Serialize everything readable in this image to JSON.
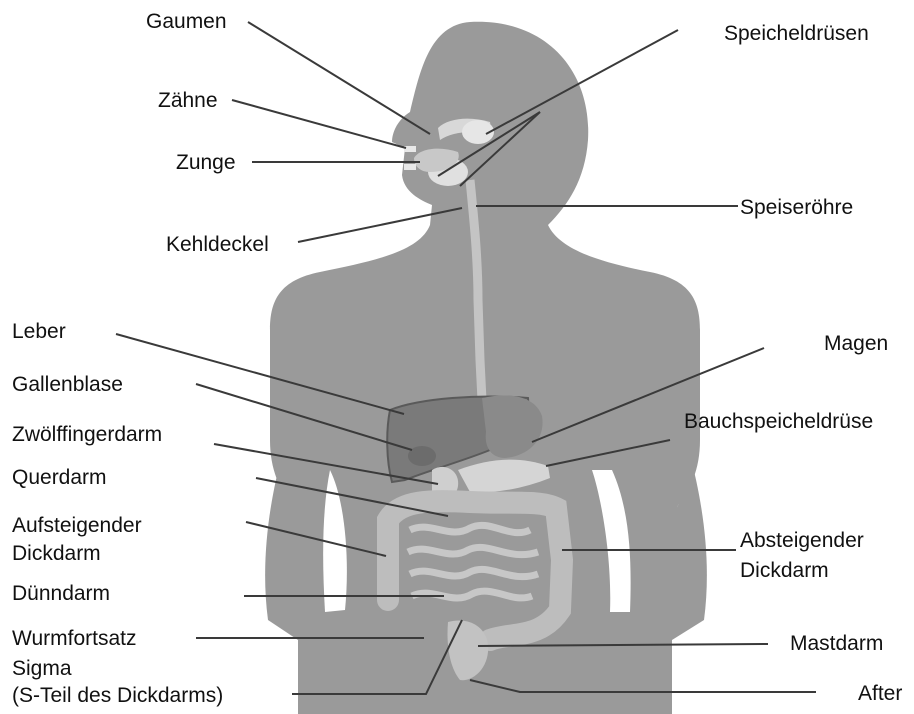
{
  "colors": {
    "body": "#9a9a9a",
    "organ_dark": "#777777",
    "organ_light": "#c9c9c9",
    "intestine": "#b4b4b4",
    "line": "#3a3a3a",
    "text": "#111111"
  },
  "labels": {
    "gaumen": "Gaumen",
    "zaehne": "Zähne",
    "zunge": "Zunge",
    "kehldeckel": "Kehldeckel",
    "speicheldruesen": "Speicheldrüsen",
    "speiseroehre": "Speiseröhre",
    "leber": "Leber",
    "gallenblase": "Gallenblase",
    "zwoelffingerdarm": "Zwölffingerdarm",
    "querdarm": "Querdarm",
    "aufsteigender_1": "Aufsteigender",
    "aufsteigender_2": "Dickdarm",
    "duenndarm": "Dünndarm",
    "wurmfortsatz": "Wurmfortsatz",
    "sigma_1": "Sigma",
    "sigma_2": "(S-Teil des Dickdarms)",
    "magen": "Magen",
    "bauchspeicheldruese": "Bauchspeicheldrüse",
    "absteigender_1": "Absteigender",
    "absteigender_2": "Dickdarm",
    "mastdarm": "Mastdarm",
    "after": "After"
  }
}
